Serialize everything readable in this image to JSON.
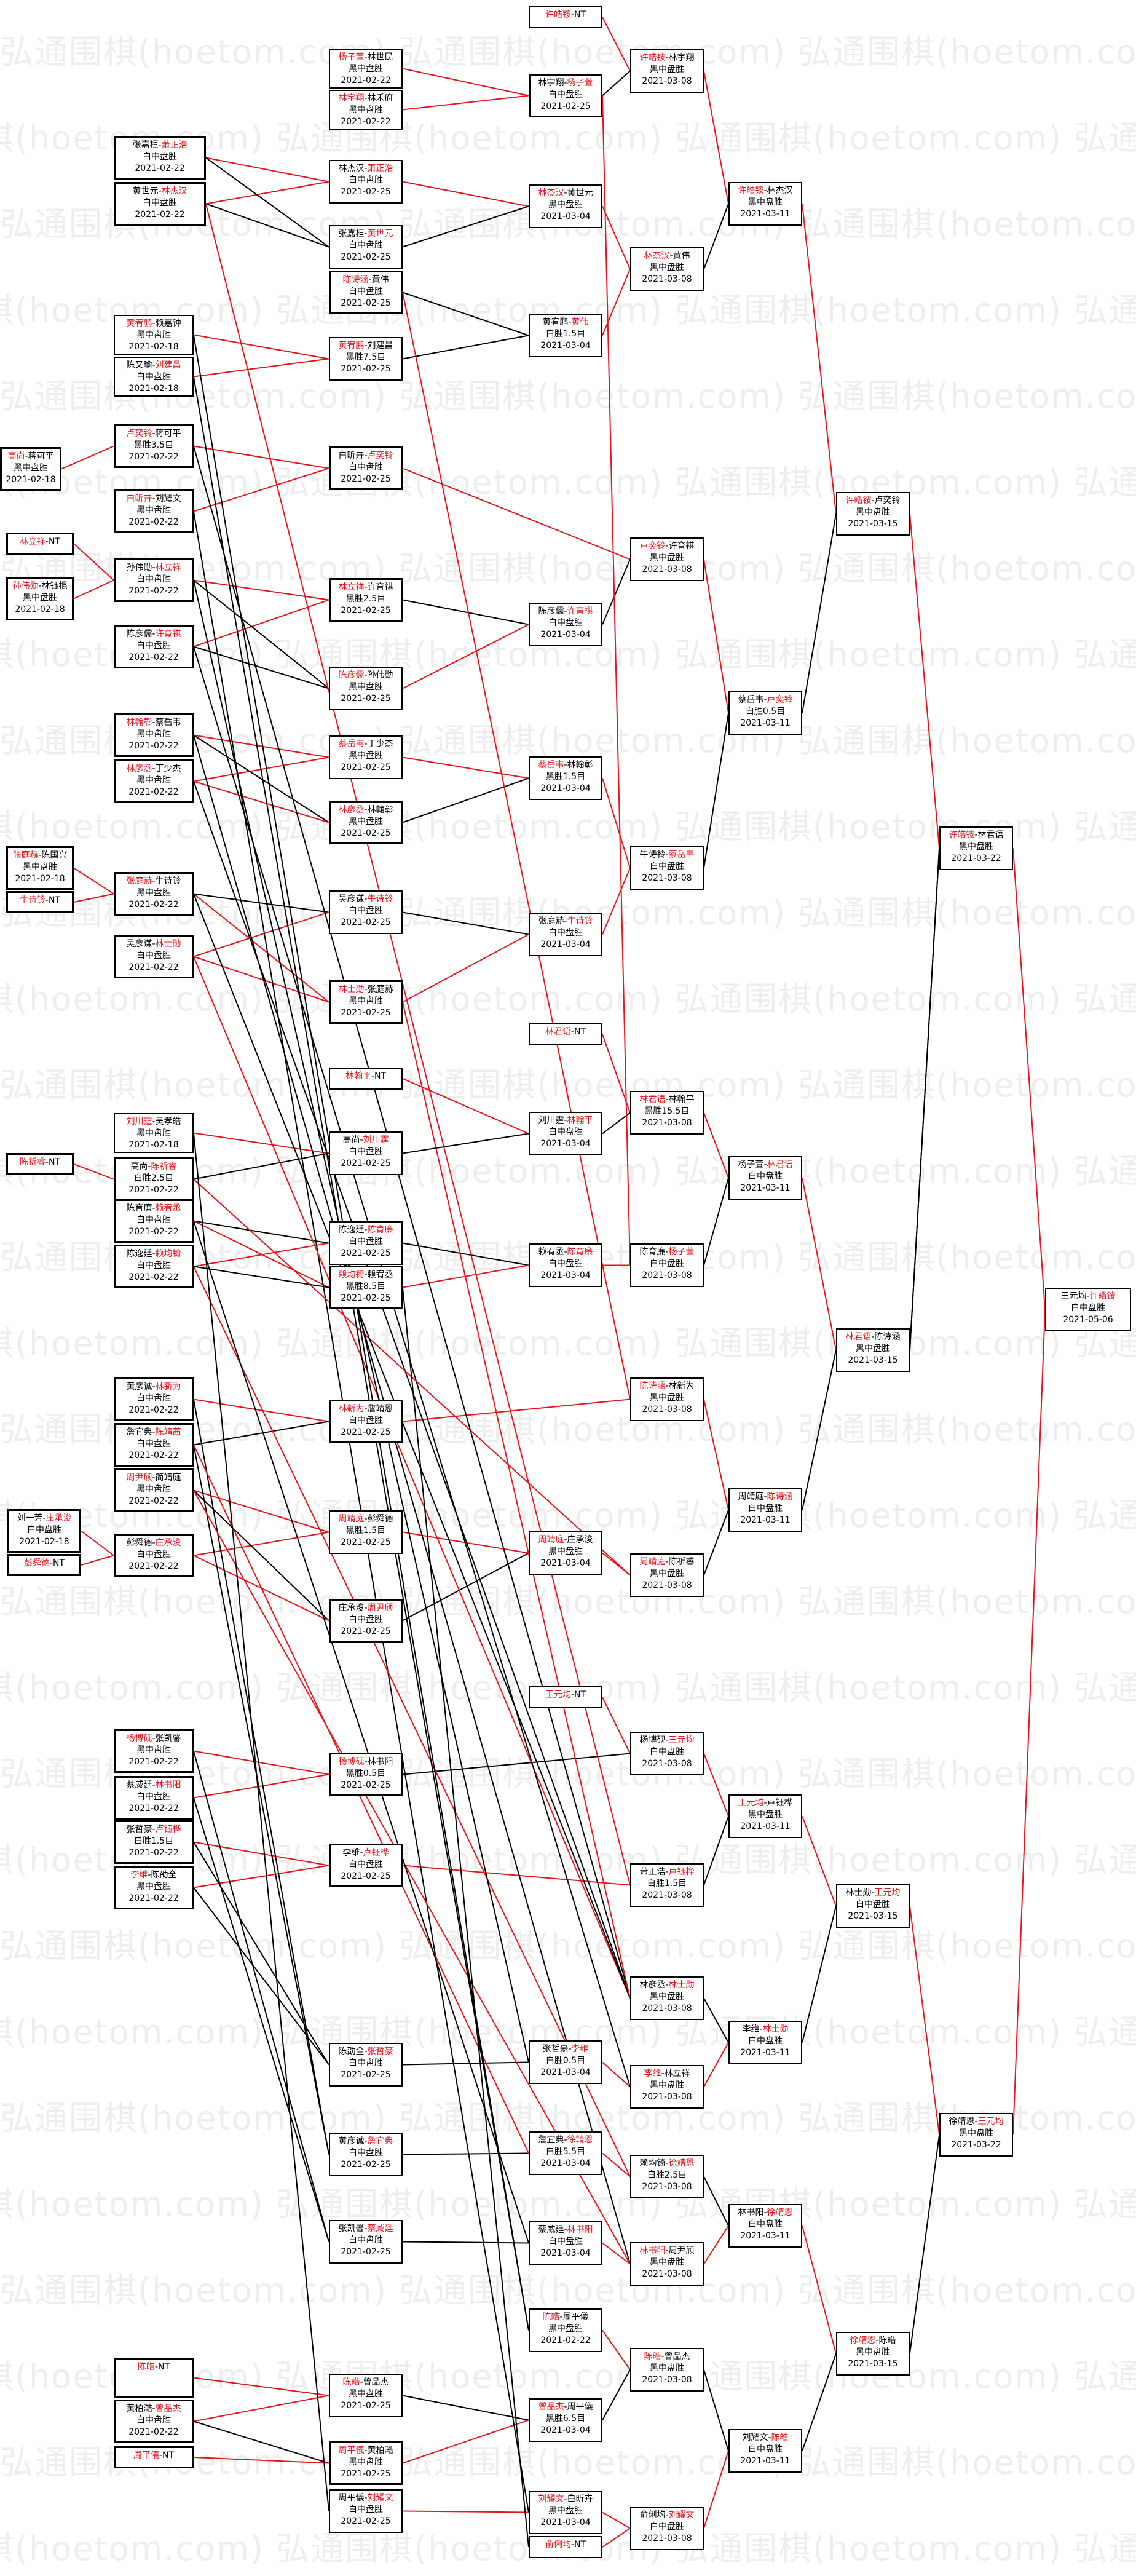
{
  "watermark": "弘通围棋(hoetom.com)",
  "colors": {
    "winner": "#e8141c",
    "line_black": "#000000",
    "line_red": "#e8141c"
  },
  "matches": [
    {
      "id": "r1_01",
      "a": "高尚",
      "b": "蒋可平",
      "res": "黑中盘胜",
      "date": "2021-02-18",
      "w": "a",
      "bold": true
    },
    {
      "id": "r1_02",
      "a": "林立祥",
      "b": "NT",
      "res": "",
      "date": "",
      "w": "a",
      "bold": true
    },
    {
      "id": "r1_03",
      "a": "孙伟勋",
      "b": "林钰棍",
      "res": "黑中盘胜",
      "date": "2021-02-18",
      "w": "a",
      "bold": true
    },
    {
      "id": "r1_04",
      "a": "张庭赫",
      "b": "陈国兴",
      "res": "黑中盘胜",
      "date": "2021-02-18",
      "w": "a",
      "bold": true
    },
    {
      "id": "r1_05",
      "a": "牛诗铃",
      "b": "NT",
      "res": "",
      "date": "",
      "w": "a",
      "bold": true
    },
    {
      "id": "r1_06",
      "a": "陈祈睿",
      "b": "NT",
      "res": "",
      "date": "",
      "w": "a",
      "bold": true
    },
    {
      "id": "r1_07",
      "a": "刘一芳",
      "b": "庄承浚",
      "res": "白中盘胜",
      "date": "2021-02-18",
      "w": "b",
      "bold": true
    },
    {
      "id": "r1_08",
      "a": "彭舜德",
      "b": "NT",
      "res": "",
      "date": "",
      "w": "a",
      "bold": true
    },
    {
      "id": "r2_01",
      "a": "杨子萱",
      "b": "林世民",
      "res": "黑中盘胜",
      "date": "2021-02-22",
      "w": "a"
    },
    {
      "id": "r2_02",
      "a": "林宇翔",
      "b": "林禾府",
      "res": "黑中盘胜",
      "date": "2021-02-22",
      "w": "a"
    },
    {
      "id": "r2_03",
      "a": "张嘉桓",
      "b": "萧正浩",
      "res": "白中盘胜",
      "date": "2021-02-22",
      "w": "b",
      "bold": true
    },
    {
      "id": "r2_04",
      "a": "黄世元",
      "b": "林杰汉",
      "res": "白中盘胜",
      "date": "2021-02-22",
      "w": "b",
      "bold": true
    },
    {
      "id": "r2_05",
      "a": "黄宥鹏",
      "b": "赖嘉钟",
      "res": "黑中盘胜",
      "date": "2021-02-18",
      "w": "a"
    },
    {
      "id": "r2_06",
      "a": "陈又瑜",
      "b": "刘建昌",
      "res": "白中盘胜",
      "date": "2021-02-18",
      "w": "b"
    },
    {
      "id": "r2_07",
      "a": "卢奕铃",
      "b": "蒋可平",
      "res": "黑胜3.5目",
      "date": "2021-02-22",
      "w": "a",
      "bold": true
    },
    {
      "id": "r2_08",
      "a": "白昕卉",
      "b": "刘耀文",
      "res": "黑中盘胜",
      "date": "2021-02-22",
      "w": "a",
      "bold": true
    },
    {
      "id": "r2_09",
      "a": "孙伟勋",
      "b": "林立祥",
      "res": "白中盘胜",
      "date": "2021-02-22",
      "w": "b",
      "bold": true
    },
    {
      "id": "r2_10",
      "a": "陈彦儒",
      "b": "许育祺",
      "res": "白中盘胜",
      "date": "2021-02-22",
      "w": "b",
      "bold": true
    },
    {
      "id": "r2_11",
      "a": "林翰彰",
      "b": "蔡岳韦",
      "res": "黑中盘胜",
      "date": "2021-02-22",
      "w": "a",
      "bold": true
    },
    {
      "id": "r2_12",
      "a": "林彦丞",
      "b": "丁少杰",
      "res": "黑中盘胜",
      "date": "2021-02-22",
      "w": "a",
      "bold": true
    },
    {
      "id": "r2_13",
      "a": "张庭赫",
      "b": "牛诗铃",
      "res": "黑中盘胜",
      "date": "2021-02-22",
      "w": "a",
      "bold": true
    },
    {
      "id": "r2_14",
      "a": "吴彦谦",
      "b": "林士勋",
      "res": "白中盘胜",
      "date": "2021-02-22",
      "w": "b",
      "bold": true
    },
    {
      "id": "r2_15",
      "a": "刘川霆",
      "b": "吴孝皓",
      "res": "黑中盘胜",
      "date": "2021-02-18",
      "w": "a"
    },
    {
      "id": "r2_16",
      "a": "高尚",
      "b": "陈祈睿",
      "res": "白胜2.5目",
      "date": "2021-02-22",
      "w": "b",
      "bold": true
    },
    {
      "id": "r2_17",
      "a": "陈育廉",
      "b": "赖宥丞",
      "res": "白中盘胜",
      "date": "2021-02-22",
      "w": "b",
      "bold": true
    },
    {
      "id": "r2_18",
      "a": "陈逸廷",
      "b": "赖均锜",
      "res": "白中盘胜",
      "date": "2021-02-22",
      "w": "b",
      "bold": true
    },
    {
      "id": "r2_19",
      "a": "黄彦诚",
      "b": "林新为",
      "res": "白中盘胜",
      "date": "2021-02-22",
      "w": "b",
      "bold": true
    },
    {
      "id": "r2_20",
      "a": "詹宜典",
      "b": "陈靖茜",
      "res": "白中盘胜",
      "date": "2021-02-22",
      "w": "b",
      "bold": true
    },
    {
      "id": "r2_21",
      "a": "周尹颀",
      "b": "简靖庭",
      "res": "黑中盘胜",
      "date": "2021-02-22",
      "w": "a",
      "bold": true
    },
    {
      "id": "r2_22",
      "a": "彭舜德",
      "b": "庄承浚",
      "res": "白中盘胜",
      "date": "2021-02-22",
      "w": "b",
      "bold": true
    },
    {
      "id": "r2_23",
      "a": "杨博砚",
      "b": "张凯馨",
      "res": "黑中盘胜",
      "date": "2021-02-22",
      "w": "a",
      "bold": true
    },
    {
      "id": "r2_24",
      "a": "蔡威廷",
      "b": "林书阳",
      "res": "白中盘胜",
      "date": "2021-02-22",
      "w": "b",
      "bold": true
    },
    {
      "id": "r2_25",
      "a": "张哲豪",
      "b": "卢钰桦",
      "res": "白胜1.5目",
      "date": "2021-02-22",
      "w": "b",
      "bold": true
    },
    {
      "id": "r2_26",
      "a": "李维",
      "b": "陈劭全",
      "res": "黑中盘胜",
      "date": "2021-02-22",
      "w": "a",
      "bold": true
    },
    {
      "id": "r2_27",
      "a": "陈皓",
      "b": "NT",
      "res": "",
      "date": "",
      "w": "a",
      "bold": true
    },
    {
      "id": "r2_28",
      "a": "黄柏澔",
      "b": "曾品杰",
      "res": "白中盘胜",
      "date": "2021-02-22",
      "w": "b",
      "bold": true
    },
    {
      "id": "r2_29",
      "a": "周平儀",
      "b": "NT",
      "res": "",
      "date": "",
      "w": "a",
      "bold": true
    },
    {
      "id": "r3_01",
      "a": "林宇翔",
      "b": "杨子萱",
      "res": "白中盘胜",
      "date": "2021-02-25",
      "w": "b",
      "bold": true
    },
    {
      "id": "r3_02",
      "a": "林杰汉",
      "b": "萧正浩",
      "res": "白中盘胜",
      "date": "2021-02-25",
      "w": "b"
    },
    {
      "id": "r3_03",
      "a": "张嘉桓",
      "b": "黄世元",
      "res": "白中盘胜",
      "date": "2021-02-25",
      "w": "b"
    },
    {
      "id": "r3_04",
      "a": "陈诗涵",
      "b": "黄伟",
      "res": "白中盘胜",
      "date": "2021-02-25",
      "w": "a",
      "bold": true
    },
    {
      "id": "r3_05",
      "a": "黄宥鹏",
      "b": "刘建昌",
      "res": "黑胜7.5目",
      "date": "2021-02-25",
      "w": "a"
    },
    {
      "id": "r3_06",
      "a": "白昕卉",
      "b": "卢奕铃",
      "res": "白中盘胜",
      "date": "2021-02-25",
      "w": "b",
      "bold": true
    },
    {
      "id": "r3_07",
      "a": "林立祥",
      "b": "许育祺",
      "res": "黑胜2.5目",
      "date": "2021-02-25",
      "w": "a",
      "bold": true
    },
    {
      "id": "r3_08",
      "a": "陈彦儒",
      "b": "孙伟勋",
      "res": "黑中盘胜",
      "date": "2021-02-25",
      "w": "a"
    },
    {
      "id": "r3_09",
      "a": "蔡岳韦",
      "b": "丁少杰",
      "res": "黑中盘胜",
      "date": "2021-02-25",
      "w": "a"
    },
    {
      "id": "r3_10",
      "a": "林彦丞",
      "b": "林翰彰",
      "res": "黑中盘胜",
      "date": "2021-02-25",
      "w": "a",
      "bold": true
    },
    {
      "id": "r3_11",
      "a": "吴彦谦",
      "b": "牛诗铃",
      "res": "白中盘胜",
      "date": "2021-02-25",
      "w": "b"
    },
    {
      "id": "r3_12",
      "a": "林士勋",
      "b": "张庭赫",
      "res": "黑中盘胜",
      "date": "2021-02-25",
      "w": "a",
      "bold": true
    },
    {
      "id": "r3_13",
      "a": "林翰平",
      "b": "NT",
      "res": "",
      "date": "",
      "w": "a"
    },
    {
      "id": "r3_14",
      "a": "高尚",
      "b": "刘川霆",
      "res": "白中盘胜",
      "date": "2021-02-25",
      "w": "b"
    },
    {
      "id": "r3_15",
      "a": "陈逸廷",
      "b": "陈育廉",
      "res": "白中盘胜",
      "date": "2021-02-25",
      "w": "b"
    },
    {
      "id": "r3_16",
      "a": "赖均锜",
      "b": "赖宥丞",
      "res": "黑胜8.5目",
      "date": "2021-02-25",
      "w": "a",
      "bold": true
    },
    {
      "id": "r3_17",
      "a": "林新为",
      "b": "詹靖恩",
      "res": "白中盘胜",
      "date": "2021-02-25",
      "w": "a",
      "bold": true
    },
    {
      "id": "r3_18",
      "a": "周靖庭",
      "b": "彭舜德",
      "res": "黑胜1.5目",
      "date": "2021-02-25",
      "w": "a"
    },
    {
      "id": "r3_19",
      "a": "庄承浚",
      "b": "周尹颀",
      "res": "白中盘胜",
      "date": "2021-02-25",
      "w": "b",
      "bold": true
    },
    {
      "id": "r3_20",
      "a": "杨博砚",
      "b": "林书阳",
      "res": "黑胜0.5目",
      "date": "2021-02-25",
      "w": "a",
      "bold": true
    },
    {
      "id": "r3_21",
      "a": "李维",
      "b": "卢钰桦",
      "res": "白中盘胜",
      "date": "2021-02-25",
      "w": "b",
      "bold": true
    },
    {
      "id": "r3_22",
      "a": "陈劭全",
      "b": "张哲豪",
      "res": "白中盘胜",
      "date": "2021-02-25",
      "w": "b"
    },
    {
      "id": "r3_23",
      "a": "黄彦诚",
      "b": "詹宜典",
      "res": "白中盘胜",
      "date": "2021-02-25",
      "w": "b"
    },
    {
      "id": "r3_24",
      "a": "张凯馨",
      "b": "蔡威廷",
      "res": "白中盘胜",
      "date": "2021-02-25",
      "w": "b"
    },
    {
      "id": "r3_25",
      "a": "陈皓",
      "b": "曾品杰",
      "res": "黑中盘胜",
      "date": "2021-02-25",
      "w": "a"
    },
    {
      "id": "r3_26",
      "a": "周平儀",
      "b": "黄柏澔",
      "res": "黑中盘胜",
      "date": "2021-02-25",
      "w": "a",
      "bold": true
    },
    {
      "id": "r3_27",
      "a": "周平儀",
      "b": "刘耀文",
      "res": "白中盘胜",
      "date": "2021-02-25",
      "w": "b"
    },
    {
      "id": "r4_01",
      "a": "林杰汉",
      "b": "黄世元",
      "res": "黑中盘胜",
      "date": "2021-03-04",
      "w": "a"
    },
    {
      "id": "r4_02",
      "a": "黄宥鹏",
      "b": "黄伟",
      "res": "白胜1.5目",
      "date": "2021-03-04",
      "w": "b"
    },
    {
      "id": "r4_03",
      "a": "陈彦儒",
      "b": "许育祺",
      "res": "白中盘胜",
      "date": "2021-03-04",
      "w": "b"
    },
    {
      "id": "r4_04",
      "a": "蔡岳韦",
      "b": "林翰彰",
      "res": "黑胜1.5目",
      "date": "2021-03-04",
      "w": "a"
    },
    {
      "id": "r4_05",
      "a": "张庭赫",
      "b": "牛诗铃",
      "res": "白中盘胜",
      "date": "2021-03-04",
      "w": "b"
    },
    {
      "id": "r4_06",
      "a": "林君语",
      "b": "NT",
      "res": "",
      "date": "",
      "w": "a"
    },
    {
      "id": "r4_07",
      "a": "刘川霆",
      "b": "林翰平",
      "res": "白中盘胜",
      "date": "2021-03-04",
      "w": "b"
    },
    {
      "id": "r4_08",
      "a": "赖宥丞",
      "b": "陈育廉",
      "res": "白中盘胜",
      "date": "2021-03-04",
      "w": "b"
    },
    {
      "id": "r4_09",
      "a": "周靖庭",
      "b": "庄承浚",
      "res": "黑中盘胜",
      "date": "2021-03-04",
      "w": "a"
    },
    {
      "id": "r4_10",
      "a": "王元均",
      "b": "NT",
      "res": "",
      "date": "",
      "w": "a"
    },
    {
      "id": "r4_11",
      "a": "张哲豪",
      "b": "李维",
      "res": "白胜0.5目",
      "date": "2021-03-04",
      "w": "b"
    },
    {
      "id": "r4_12",
      "a": "詹宜典",
      "b": "徐靖恩",
      "res": "白胜5.5目",
      "date": "2021-03-04",
      "w": "b"
    },
    {
      "id": "r4_13",
      "a": "蔡威廷",
      "b": "林书阳",
      "res": "白中盘胜",
      "date": "2021-03-04",
      "w": "b"
    },
    {
      "id": "r4_14",
      "a": "陈皓",
      "b": "周平儀",
      "res": "黑中盘胜",
      "date": "2021-02-22",
      "w": "a"
    },
    {
      "id": "r4_15",
      "a": "曾品杰",
      "b": "周平儀",
      "res": "黑胜6.5目",
      "date": "2021-03-04",
      "w": "a"
    },
    {
      "id": "r4_16",
      "a": "刘耀文",
      "b": "白昕卉",
      "res": "黑中盘胜",
      "date": "2021-03-04",
      "w": "a"
    },
    {
      "id": "r4_17",
      "a": "俞俐均",
      "b": "NT",
      "res": "",
      "date": "",
      "w": "a"
    },
    {
      "id": "r5_01",
      "a": "许皓铵",
      "b": "NT",
      "res": "",
      "date": "",
      "w": "a"
    },
    {
      "id": "r5_02",
      "a": "许皓铵",
      "b": "林宇翔",
      "res": "黑中盘胜",
      "date": "2021-03-08",
      "w": "a"
    },
    {
      "id": "r5_03",
      "a": "林杰汉",
      "b": "黄伟",
      "res": "黑中盘胜",
      "date": "2021-03-08",
      "w": "a"
    },
    {
      "id": "r5_04",
      "a": "卢奕铃",
      "b": "许育祺",
      "res": "黑中盘胜",
      "date": "2021-03-08",
      "w": "a"
    },
    {
      "id": "r5_05",
      "a": "牛诗铃",
      "b": "蔡岳韦",
      "res": "白中盘胜",
      "date": "2021-03-08",
      "w": "b"
    },
    {
      "id": "r5_06",
      "a": "林君语",
      "b": "林翰平",
      "res": "黑胜15.5目",
      "date": "2021-03-08",
      "w": "a"
    },
    {
      "id": "r5_07",
      "a": "陈育廉",
      "b": "杨子萱",
      "res": "白中盘胜",
      "date": "2021-03-08",
      "w": "b"
    },
    {
      "id": "r5_08",
      "a": "陈诗涵",
      "b": "林新为",
      "res": "黑中盘胜",
      "date": "2021-03-08",
      "w": "a"
    },
    {
      "id": "r5_09",
      "a": "周靖庭",
      "b": "陈祈睿",
      "res": "黑中盘胜",
      "date": "2021-03-08",
      "w": "a"
    },
    {
      "id": "r5_10",
      "a": "杨博砚",
      "b": "王元均",
      "res": "白中盘胜",
      "date": "2021-03-08",
      "w": "b"
    },
    {
      "id": "r5_11",
      "a": "萧正浩",
      "b": "卢钰桦",
      "res": "白胜1.5目",
      "date": "2021-03-08",
      "w": "b"
    },
    {
      "id": "r5_12",
      "a": "林彦丞",
      "b": "林士勋",
      "res": "黑中盘胜",
      "date": "2021-03-08",
      "w": "b"
    },
    {
      "id": "r5_13",
      "a": "李维",
      "b": "林立祥",
      "res": "黑中盘胜",
      "date": "2021-03-08",
      "w": "a"
    },
    {
      "id": "r5_14",
      "a": "赖均锜",
      "b": "徐靖恩",
      "res": "白胜2.5目",
      "date": "2021-03-08",
      "w": "b"
    },
    {
      "id": "r5_15",
      "a": "林书阳",
      "b": "周尹颀",
      "res": "黑中盘胜",
      "date": "2021-03-08",
      "w": "a"
    },
    {
      "id": "r5_16",
      "a": "陈皓",
      "b": "曾品杰",
      "res": "黑中盘胜",
      "date": "2021-03-08",
      "w": "a"
    },
    {
      "id": "r5_17",
      "a": "俞俐均",
      "b": "刘耀文",
      "res": "白中盘胜",
      "date": "2021-03-08",
      "w": "b"
    },
    {
      "id": "r6_01",
      "a": "许皓铵",
      "b": "林杰汉",
      "res": "黑中盘胜",
      "date": "2021-03-11",
      "w": "a"
    },
    {
      "id": "r6_02",
      "a": "蔡岳韦",
      "b": "卢奕铃",
      "res": "白胜0.5目",
      "date": "2021-03-11",
      "w": "b"
    },
    {
      "id": "r6_03",
      "a": "杨子萱",
      "b": "林君语",
      "res": "白中盘胜",
      "date": "2021-03-11",
      "w": "b"
    },
    {
      "id": "r6_04",
      "a": "周靖庭",
      "b": "陈诗涵",
      "res": "白中盘胜",
      "date": "2021-03-11",
      "w": "b"
    },
    {
      "id": "r6_05",
      "a": "王元均",
      "b": "卢钰桦",
      "res": "黑中盘胜",
      "date": "2021-03-11",
      "w": "a"
    },
    {
      "id": "r6_06",
      "a": "李维",
      "b": "林士勋",
      "res": "白中盘胜",
      "date": "2021-03-11",
      "w": "b"
    },
    {
      "id": "r6_07",
      "a": "林书阳",
      "b": "徐靖恩",
      "res": "白中盘胜",
      "date": "2021-03-11",
      "w": "b"
    },
    {
      "id": "r6_08",
      "a": "刘耀文",
      "b": "陈皓",
      "res": "白中盘胜",
      "date": "2021-03-11",
      "w": "b"
    },
    {
      "id": "r7_01",
      "a": "许皓铵",
      "b": "卢奕铃",
      "res": "黑中盘胜",
      "date": "2021-03-15",
      "w": "a"
    },
    {
      "id": "r7_02",
      "a": "林君语",
      "b": "陈诗涵",
      "res": "黑中盘胜",
      "date": "2021-03-15",
      "w": "a"
    },
    {
      "id": "r7_03",
      "a": "林士勋",
      "b": "王元均",
      "res": "白中盘胜",
      "date": "2021-03-15",
      "w": "b"
    },
    {
      "id": "r7_04",
      "a": "徐靖恩",
      "b": "陈皓",
      "res": "黑中盘胜",
      "date": "2021-03-15",
      "w": "a"
    },
    {
      "id": "r8_01",
      "a": "许皓铵",
      "b": "林君语",
      "res": "黑中盘胜",
      "date": "2021-03-22",
      "w": "a"
    },
    {
      "id": "r8_02",
      "a": "徐靖恩",
      "b": "王元均",
      "res": "黑中盘胜",
      "date": "2021-03-22",
      "w": "b"
    },
    {
      "id": "r9_01",
      "a": "王元均",
      "b": "许皓铵",
      "res": "白中盘胜",
      "date": "2021-05-06",
      "w": "b"
    }
  ]
}
